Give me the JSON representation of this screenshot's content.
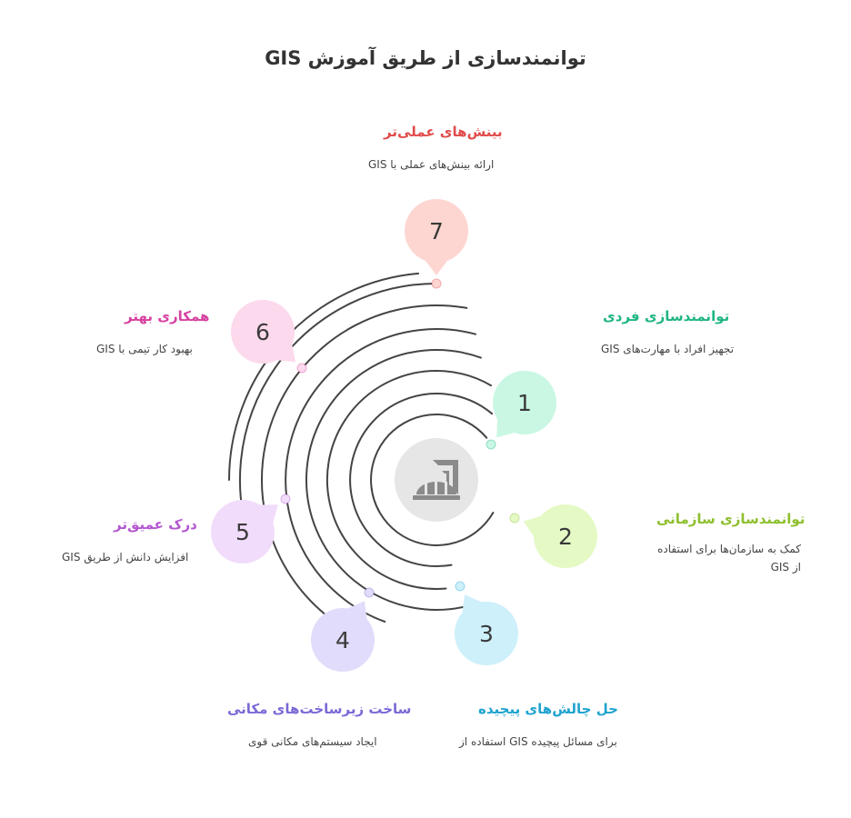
{
  "title": "توانمندسازی از طریق آموزش GIS",
  "center_icon": "gis-map-drafting-icon",
  "steps": [
    {
      "number": "1",
      "title": "توانمندسازی فردی",
      "description": "تجهیز افراد با مهارت‌های GIS",
      "color": "#1fb584",
      "fill": "#c9f7e3"
    },
    {
      "number": "2",
      "title": "توانمندسازی سازمانی",
      "description": "کمک به سازمان‌ها برای استفاده از GIS",
      "color": "#8dbf2d",
      "fill": "#e5f9c5"
    },
    {
      "number": "3",
      "title": "حل چالش‌های پیچیده",
      "description": "برای مسائل پیچیده GIS استفاده از",
      "color": "#1fa3cf",
      "fill": "#cdf0fb"
    },
    {
      "number": "4",
      "title": "ساخت زیرساخت‌های مکانی",
      "description": "ایجاد سیستم‌های مکانی قوی",
      "color": "#7b68d6",
      "fill": "#e1dcfb"
    },
    {
      "number": "5",
      "title": "درک عمیق‌تر",
      "description": "افزایش دانش از طریق GIS",
      "color": "#b358d0",
      "fill": "#f1dcfb"
    },
    {
      "number": "6",
      "title": "همکاری بهتر",
      "description": "بهبود کار تیمی با GIS",
      "color": "#d640a0",
      "fill": "#fcd9ec"
    },
    {
      "number": "7",
      "title": "بینش‌های عملی‌تر",
      "description": "ارائه بینش‌های عملی با GIS",
      "color": "#e14b4b",
      "fill": "#fdd6d1"
    }
  ]
}
